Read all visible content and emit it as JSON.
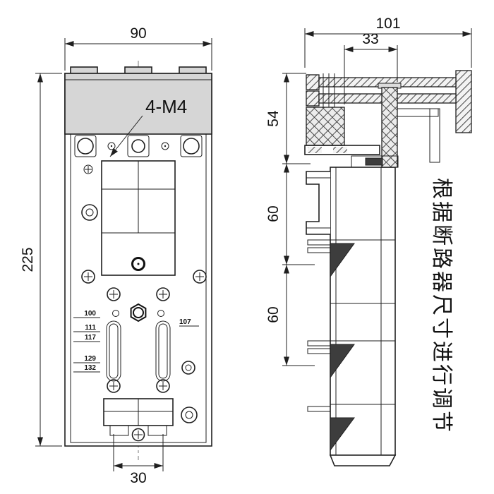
{
  "drawing": {
    "front_view": {
      "dim_width": "90",
      "dim_height": "225",
      "dim_slot_spacing": "30",
      "thread_label": "4-M4",
      "scale_marks": [
        "100",
        "111",
        "117",
        "129",
        "132"
      ],
      "right_mark": "107"
    },
    "side_view": {
      "dim_total_depth": "101",
      "dim_inner_depth": "33",
      "dim_sections": [
        "54",
        "60",
        "60"
      ],
      "note": "根据断路器尺寸进行调节"
    },
    "colors": {
      "line": "#1f1f1f",
      "cover_fill": "#d6d6d6",
      "wedge_fill": "#3d3d3d",
      "background": "#ffffff"
    }
  }
}
